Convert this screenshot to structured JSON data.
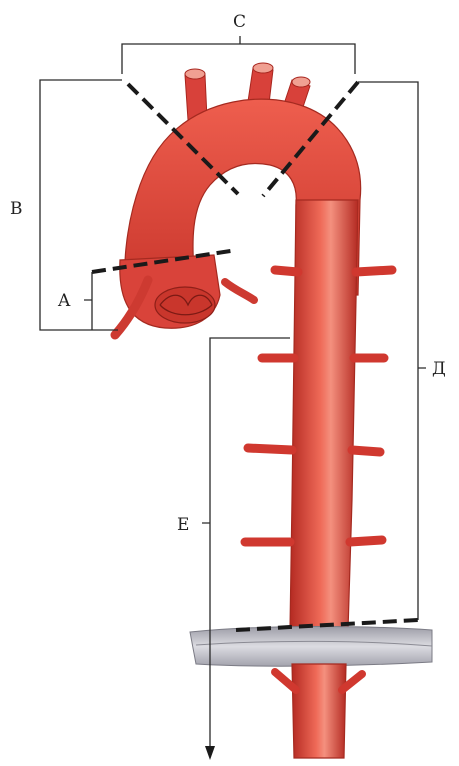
{
  "labels": {
    "a": "A",
    "b": "B",
    "c": "C",
    "d": "Д",
    "e": "E"
  },
  "colors": {
    "vessel": "#e0483c",
    "vessel_dark": "#b82a22",
    "vessel_light": "#f6a595",
    "diaphragm": "#c9c9cf",
    "line": "#2a2a2a"
  }
}
